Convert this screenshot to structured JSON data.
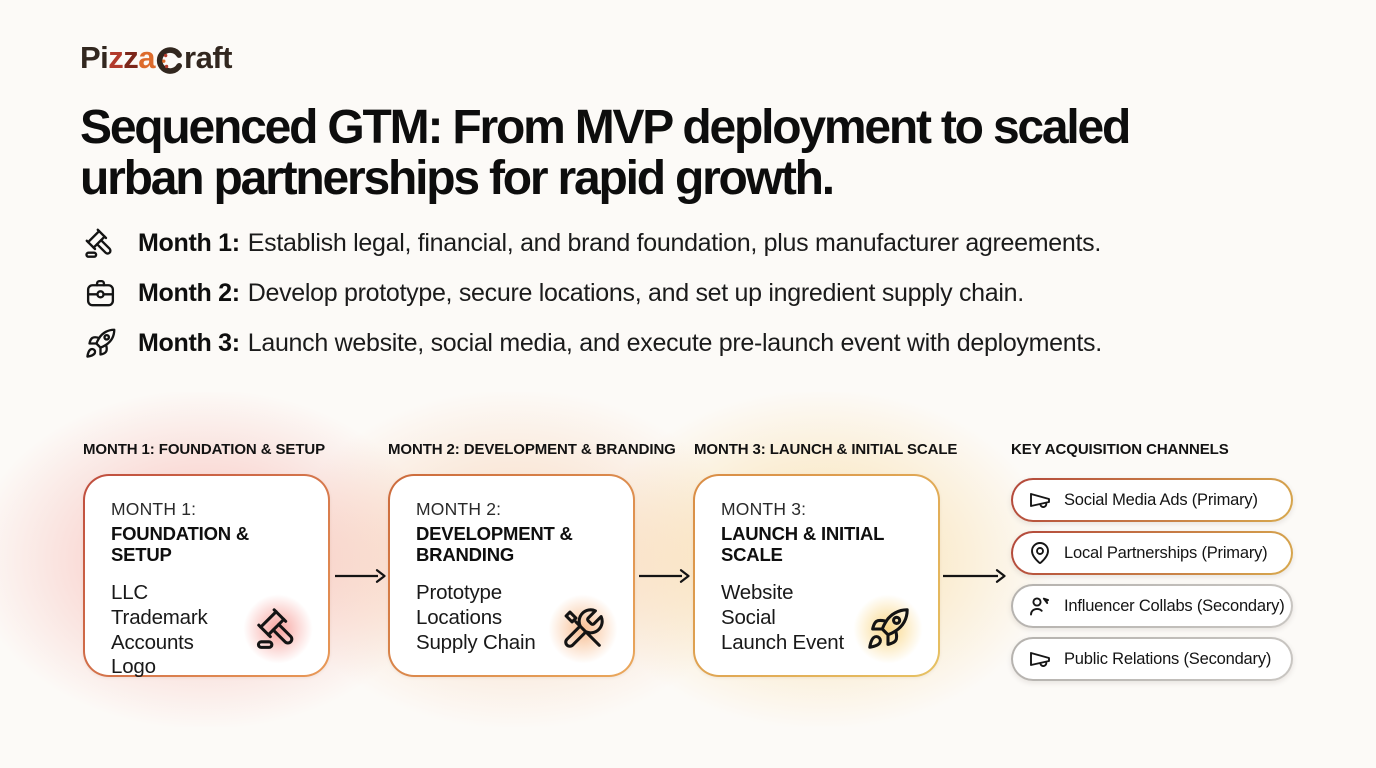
{
  "colors": {
    "background": "#fcfaf7",
    "text_dark": "#111111",
    "accent_red": "#bf4d3e",
    "accent_orange": "#e99a57",
    "accent_gold": "#e7c263",
    "glow_red": "#ee584e",
    "glow_orange": "#f08a3e",
    "glow_gold": "#f5ba42"
  },
  "logo": {
    "segments": [
      {
        "text": "Pi"
      },
      {
        "text": "z"
      },
      {
        "text": "z"
      },
      {
        "text": "a"
      },
      {
        "text": "raft"
      }
    ]
  },
  "headline": "Sequenced GTM: From MVP deployment to scaled urban partnerships for rapid growth.",
  "bullets": [
    {
      "icon": "gavel-icon",
      "label": "Month 1:",
      "text": "Establish legal, financial, and brand foundation, plus manufacturer agreements."
    },
    {
      "icon": "briefcase-icon",
      "label": "Month 2:",
      "text": "Develop prototype, secure locations, and set up ingredient supply chain."
    },
    {
      "icon": "rocket-icon",
      "label": "Month 3:",
      "text": "Launch website, social media, and execute pre-launch event with deployments."
    }
  ],
  "timeline": {
    "stages": [
      {
        "column_label": "MONTH 1: FOUNDATION & SETUP",
        "card_title_line1": "MONTH 1:",
        "card_title_line2": "FOUNDATION & SETUP",
        "items": [
          "LLC",
          "Trademark",
          "Accounts",
          "Logo"
        ],
        "icon": "gavel-icon"
      },
      {
        "column_label": "MONTH 2: DEVELOPMENT & BRANDING",
        "card_title_line1": "MONTH 2:",
        "card_title_line2": "DEVELOPMENT & BRANDING",
        "items": [
          "Prototype",
          "Locations",
          "Supply Chain"
        ],
        "icon": "tools-icon"
      },
      {
        "column_label": "MONTH 3: LAUNCH & INITIAL SCALE",
        "card_title_line1": "MONTH 3:",
        "card_title_line2": "LAUNCH & INITIAL SCALE",
        "items": [
          "Website",
          "Social",
          "Launch Event"
        ],
        "icon": "rocket-icon"
      }
    ],
    "channels": {
      "header": "KEY ACQUISITION CHANNELS",
      "items": [
        {
          "label": "Social Media Ads (Primary)",
          "tier": "primary",
          "icon": "megaphone-icon"
        },
        {
          "label": "Local Partnerships (Primary)",
          "tier": "primary",
          "icon": "map-pin-icon"
        },
        {
          "label": "Influencer Collabs (Secondary)",
          "tier": "secondary",
          "icon": "user-referral-icon"
        },
        {
          "label": "Public Relations (Secondary)",
          "tier": "secondary",
          "icon": "megaphone-icon"
        }
      ]
    }
  }
}
